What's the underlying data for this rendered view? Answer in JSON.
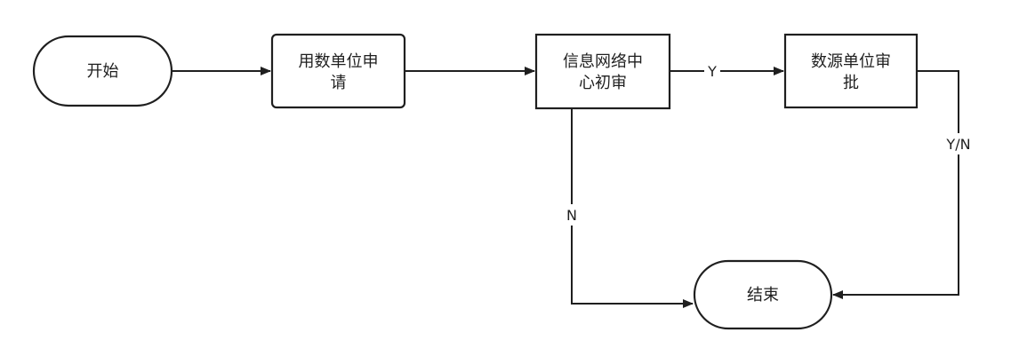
{
  "nodes": {
    "start": {
      "label": "开始"
    },
    "apply": {
      "label_line1": "用数单位申",
      "label_line2": "请"
    },
    "review": {
      "label_line1": "信息网络中",
      "label_line2": "心初审"
    },
    "approve": {
      "label_line1": "数源单位审",
      "label_line2": "批"
    },
    "end": {
      "label": "结束"
    }
  },
  "edges": {
    "review_to_approve": {
      "label": "Y"
    },
    "review_to_end": {
      "label": "N"
    },
    "approve_to_end": {
      "label": "Y/N"
    }
  }
}
